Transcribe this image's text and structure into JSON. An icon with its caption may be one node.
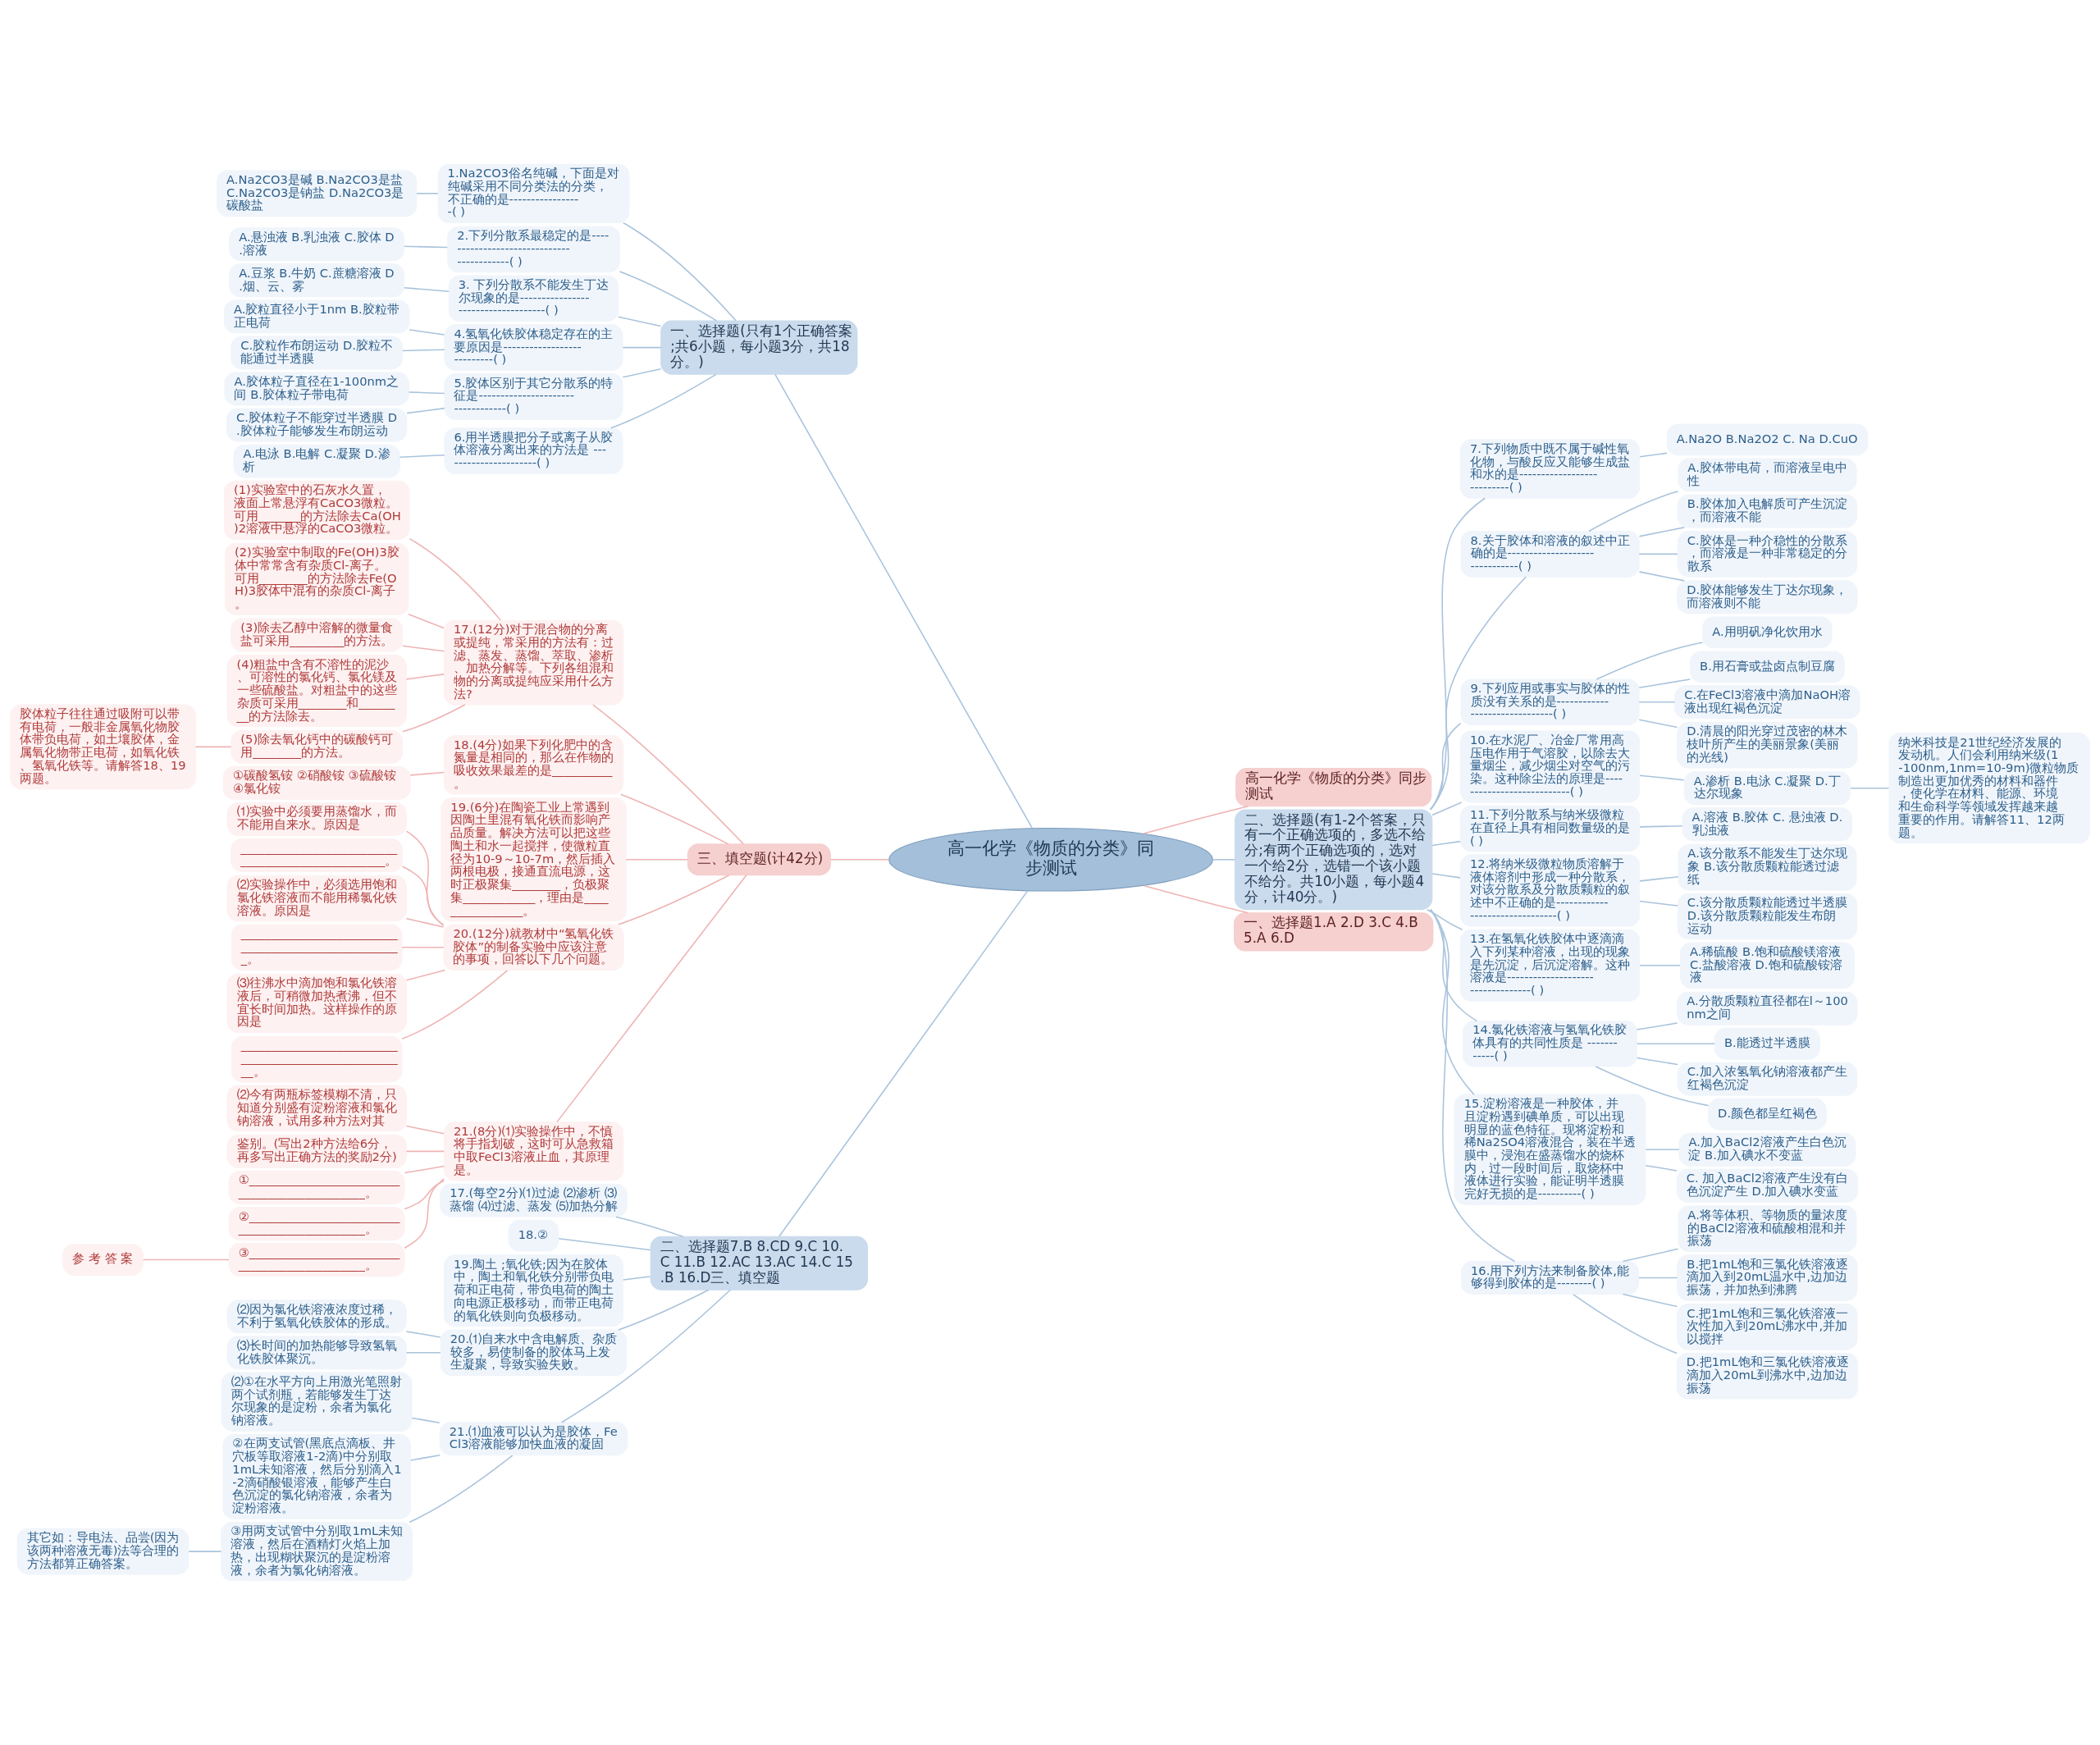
{
  "diagram": {
    "nodes": [
      {
        "text": [
          "高一化学《物质的分类》同步测试"
        ]
      },
      {
        "text": [
          "一、选择题(只有1个正确答案;共6小题，每小题3分，共18分。)"
        ]
      },
      {
        "text": [
          "1.Na2CO3俗名纯碱，下面是对纯碱采用不同分类法的分类，不正确的是-----------------( )"
        ]
      },
      {
        "text": [
          "A.Na2CO3是碱 B.Na2CO3是盐 C.Na2CO3是钠盐 D.Na2CO3是碳酸盐"
        ]
      },
      {
        "text": [
          "2.下列分散系最稳定的是------------------------------------------( )"
        ]
      },
      {
        "text": [
          "A.悬浊液 B.乳浊液 C.胶体 D.溶液"
        ]
      },
      {
        "text": [
          "3. 下列分散系不能发生丁达尔现象的是------------------------------------( )"
        ]
      },
      {
        "text": [
          "A.豆浆 B.牛奶 C.蔗糖溶液 D.烟、云、雾"
        ]
      },
      {
        "text": [
          "4.氢氧化铁胶体稳定存在的主要原因是---------------------------( )"
        ]
      },
      {
        "text": [
          "A.胶粒直径小于1nm B.胶粒带正电荷"
        ]
      },
      {
        "text": [
          "C.胶粒作布朗运动 D.胶粒不能通过半透膜"
        ]
      },
      {
        "text": [
          "5.胶体区别于其它分散系的特征是----------------------------------( )"
        ]
      },
      {
        "text": [
          "A.胶体粒子直径在1-100nm之间 B.胶体粒子带电荷"
        ]
      },
      {
        "text": [
          "C.胶体粒子不能穿过半透膜 D.胶体粒子能够发生布朗运动"
        ]
      },
      {
        "text": [
          "6.用半透膜把分子或离子从胶体溶液分离出来的方法是 ----------------------( )"
        ]
      },
      {
        "text": [
          "A.电泳 B.电解 C.凝聚 D.渗析"
        ]
      },
      {
        "text": [
          "三、填空题(计42分)"
        ]
      },
      {
        "text": [
          "17.(12分)对于混合物的分离或提纯，常采用的方法有：过滤、蒸发、蒸馏、萃取、渗析、加热分解等。下列各组混和物的分离或提纯应采用什么方法?"
        ]
      },
      {
        "text": [
          "(1)实验室中的石灰水久置，液面上常悬浮有CaCO3微粒。可用_______的方法除去Ca(OH)2溶液中悬浮的CaCO3微粒。"
        ]
      },
      {
        "text": [
          "(2)实验室中制取的Fe(OH)3胶体中常常含有杂质Cl-离子。可用________的方法除去Fe(OH)3胶体中混有的杂质Cl-离子。"
        ]
      },
      {
        "text": [
          "(3)除去乙醇中溶解的微量食盐可采用_________的方法。"
        ]
      },
      {
        "text": [
          "(4)粗盐中含有不溶性的泥沙、可溶性的氯化钙、氯化镁及一些硫酸盐。对粗盐中的这些杂质可采用________和________的方法除去。"
        ]
      },
      {
        "text": [
          "(5)除去氧化钙中的碳酸钙可用________的方法。"
        ]
      },
      {
        "text": [
          "胶体粒子往往通过吸附可以带有电荷，一般非金属氧化物胶体带负电荷，如土壤胶体，金属氧化物带正电荷，如氧化铁、氢氧化铁等。请解答18、19两题。"
        ]
      },
      {
        "text": [
          "18.(4分)如果下列化肥中的含氮量是相同的，那么在作物的吸收效果最差的是__________。"
        ]
      },
      {
        "text": [
          "①碳酸氢铵 ②硝酸铵 ③硫酸铵 ④氯化铵"
        ]
      },
      {
        "text": [
          "19.(6分)在陶瓷工业上常遇到因陶土里混有氧化铁而影响产品质量。解决方法可以把这些陶土和水一起搅拌，使微粒直径为10-9～10-7m，然后插入两根电极，接通直流电源，这时正极聚集________，负极聚集____________，理由是________________。"
        ]
      },
      {
        "text": [
          "20.(12分)就教材中“氢氧化铁胶体”的制备实验中应该注意的事项，回答以下几个问题。"
        ]
      },
      {
        "text": [
          "⑴实验中必须要用蒸馏水，而不能用自来水。原因是"
        ]
      },
      {
        "text": [
          "__________________________________________________。"
        ]
      },
      {
        "text": [
          "⑵实验操作中，必须选用饱和氯化铁溶液而不能用稀氯化铁溶液。原因是"
        ]
      },
      {
        "text": [
          "_____________________________________________________。"
        ]
      },
      {
        "text": [
          "⑶往沸水中滴加饱和氯化铁溶液后，可稍微加热煮沸，但不宜长时间加热。这样操作的原因是"
        ]
      },
      {
        "text": [
          "______________________________________________________。"
        ]
      },
      {
        "text": [
          "21.(8分)⑴实验操作中，不慎将手指划破，这时可从急救箱中取FeCl3溶液止血，其原理是。"
        ]
      },
      {
        "text": [
          "⑵今有两瓶标签模糊不清，只知道分别盛有淀粉溶液和氯化钠溶液，试用多种方法对其"
        ]
      },
      {
        "text": [
          "鉴别。(写出2种方法给6分，再多写出正确方法的奖励2分)"
        ]
      },
      {
        "text": [
          "①______________________________________________。"
        ]
      },
      {
        "text": [
          "②______________________________________________。"
        ]
      },
      {
        "text": [
          "③______________________________________________。"
        ]
      },
      {
        "text": [
          "参 考 答 案"
        ]
      },
      {
        "text": [
          "二、选择题7.B 8.CD 9.C 10.C 11.B 12.AC 13.AC 14.C 15.B 16.D三、填空题"
        ]
      },
      {
        "text": [
          "17.(每空2分)⑴过滤 ⑵渗析 ⑶蒸馏 ⑷过滤、蒸发 ⑸加热分解"
        ]
      },
      {
        "text": [
          "18.②"
        ]
      },
      {
        "text": [
          "19.陶土 ;氧化铁;因为在胶体中，陶土和氧化铁分别带负电荷和正电荷，带负电荷的陶土向电源正极移动，而带正电荷的氧化铁则向负极移动。"
        ]
      },
      {
        "text": [
          "20.⑴自来水中含电解质、杂质较多，易使制备的胶体马上发生凝聚，导致实验失败。"
        ]
      },
      {
        "text": [
          "⑵因为氯化铁溶液浓度过稀，不利于氢氧化铁胶体的形成。"
        ]
      },
      {
        "text": [
          "⑶长时间的加热能够导致氢氧化铁胶体聚沉。"
        ]
      },
      {
        "text": [
          "21.⑴血液可以认为是胶体，FeCl3溶液能够加快血液的凝固"
        ]
      },
      {
        "text": [
          "⑵①在水平方向上用激光笔照射两个试剂瓶，若能够发生丁达尔现象的是淀粉，余者为氯化钠溶液。"
        ]
      },
      {
        "text": [
          "②在两支试管(黑底点滴板、井穴板等取溶液1-2滴)中分别取1mL未知溶液，然后分别滴入1-2滴硝酸银溶液，能够产生白色沉淀的氯化钠溶液，余者为淀粉溶液。"
        ]
      },
      {
        "text": [
          "③用两支试管中分别取1mL未知溶液，然后在酒精灯火焰上加热，出现糊状聚沉的是淀粉溶液，余者为氯化钠溶液。"
        ]
      },
      {
        "text": [
          "其它如：导电法、品尝(因为该两种溶液无毒)法等合理的方法都算正确答案。"
        ]
      },
      {
        "text": [
          "高一化学《物质的分类》同步测试"
        ]
      },
      {
        "text": [
          "二、选择题(有1-2个答案，只有一个正确选项的，多选不给分;有两个正确选项的，选对一个给2分，选错一个该小题不给分。共10小题，每小题4分，计40分。)"
        ]
      },
      {
        "text": [
          "7.下列物质中既不属于碱性氧化物，与酸反应又能够生成盐和水的是---------------------------( )"
        ]
      },
      {
        "text": [
          "A.Na2O B.Na2O2 C. Na D.CuO"
        ]
      },
      {
        "text": [
          "8.关于胶体和溶液的叙述中正确的是-------------------------------( )"
        ]
      },
      {
        "text": [
          "A.胶体带电荷，而溶液呈电中性"
        ]
      },
      {
        "text": [
          "B.胶体加入电解质可产生沉淀，而溶液不能"
        ]
      },
      {
        "text": [
          "C.胶体是一种介稳性的分散系，而溶液是一种非常稳定的分散系"
        ]
      },
      {
        "text": [
          "D.胶体能够发生丁达尔现象，而溶液则不能"
        ]
      },
      {
        "text": [
          "9.下列应用或事实与胶体的性质没有关系的是-------------------------------( )"
        ]
      },
      {
        "text": [
          "A.用明矾净化饮用水"
        ]
      },
      {
        "text": [
          "B.用石膏或盐卤点制豆腐"
        ]
      },
      {
        "text": [
          "C.在FeCl3溶液中滴加NaOH溶液出现红褐色沉淀"
        ]
      },
      {
        "text": [
          "D.清晨的阳光穿过茂密的林木枝叶所产生的美丽景象(美丽的光线)"
        ]
      },
      {
        "text": [
          "10.在水泥厂、冶金厂常用高压电作用于气溶胶，以除去大量烟尘，减少烟尘对空气的污染。这种除尘法的原理是---------------------------( )"
        ]
      },
      {
        "text": [
          "A.渗析 B.电泳 C.凝聚 D.丁达尔现象"
        ]
      },
      {
        "text": [
          "纳米科技是21世纪经济发展的发动机。人们会利用纳米级(1-100nm,1nm=10-9m)微粒物质制造出更加优秀的材料和器件，使化学在材料、能源、环境和生命科学等领域发挥越来越重要的作用。请解答11、12两题。"
        ]
      },
      {
        "text": [
          "11.下列分散系与纳米级微粒在直径上具有相同数量级的是 ( )"
        ]
      },
      {
        "text": [
          "A.溶液 B.胶体 C. 悬浊液 D.乳浊液"
        ]
      },
      {
        "text": [
          "12.将纳米级微粒物质溶解于液体溶剂中形成一种分散系，对该分散系及分散质颗粒的叙述中不正确的是--------------------------------( )"
        ]
      },
      {
        "text": [
          "A.该分散系不能发生丁达尔现象 B.该分散质颗粒能透过滤纸"
        ]
      },
      {
        "text": [
          "C.该分散质颗粒能透过半透膜 D.该分散质颗粒能发生布朗运动"
        ]
      },
      {
        "text": [
          "13.在氢氧化铁胶体中逐滴滴入下列某种溶液，出现的现象是先沉淀，后沉淀溶解。这种溶液是----------------------------------( )"
        ]
      },
      {
        "text": [
          "A.稀硫酸 B.饱和硫酸镁溶液 C.盐酸溶液 D.饱和硫酸铵溶液"
        ]
      },
      {
        "text": [
          "14.氯化铁溶液与氢氧化铁胶体具有的共同性质是 ------------( )"
        ]
      },
      {
        "text": [
          "A.分散质颗粒直径都在l～100nm之间"
        ]
      },
      {
        "text": [
          "B.能透过半透膜"
        ]
      },
      {
        "text": [
          "C.加入浓氢氧化钠溶液都产生红褐色沉淀"
        ]
      },
      {
        "text": [
          "D.颜色都呈红褐色"
        ]
      },
      {
        "text": [
          "15.淀粉溶液是一种胶体，并且淀粉遇到碘单质，可以出现明显的蓝色特征。现将淀粉和稀Na2SO4溶液混合，装在半透膜中，浸泡在盛蒸馏水的烧杯内，过一段时间后，取烧杯中液体进行实验，能证明半透膜完好无损的是----------( )"
        ]
      },
      {
        "text": [
          "A.加入BaCl2溶液产生白色沉淀 B.加入碘水不变蓝"
        ]
      },
      {
        "text": [
          "C. 加入BaCl2溶液产生没有白色沉淀产生 D.加入碘水变蓝"
        ]
      },
      {
        "text": [
          "16.用下列方法来制备胶体,能够得到胶体的是--------( )"
        ]
      },
      {
        "text": [
          "A.将等体积、等物质的量浓度的BaCl2溶液和硫酸相混和并振荡"
        ]
      },
      {
        "text": [
          "B.把1mL饱和三氯化铁溶液逐滴加入到20mL温水中,边加边振荡，并加热到沸腾"
        ]
      },
      {
        "text": [
          "C.把1mL饱和三氯化铁溶液一次性加入到20mL沸水中,并加以搅拌"
        ]
      },
      {
        "text": [
          "D.把1mL饱和三氯化铁溶液逐滴加入20mL到沸水中,边加边振荡"
        ]
      },
      {
        "text": [
          "一、选择题1.A 2.D 3.C 4.B 5.A 6.D"
        ]
      }
    ],
    "edges": [
      {
        "from": 1,
        "to": 0,
        "arrow": "none"
      },
      {
        "from": 2,
        "to": 1,
        "arrow": "none"
      },
      {
        "from": 3,
        "to": 2,
        "arrow": "none"
      },
      {
        "from": 4,
        "to": 1,
        "arrow": "none"
      },
      {
        "from": 5,
        "to": 4,
        "arrow": "none"
      },
      {
        "from": 6,
        "to": 1,
        "arrow": "none"
      },
      {
        "from": 7,
        "to": 6,
        "arrow": "none"
      },
      {
        "from": 8,
        "to": 1,
        "arrow": "none"
      },
      {
        "from": 9,
        "to": 8,
        "arrow": "none"
      },
      {
        "from": 10,
        "to": 8,
        "arrow": "none"
      },
      {
        "from": 11,
        "to": 1,
        "arrow": "none"
      },
      {
        "from": 12,
        "to": 11,
        "arrow": "none"
      },
      {
        "from": 13,
        "to": 11,
        "arrow": "none"
      },
      {
        "from": 14,
        "to": 1,
        "arrow": "none"
      },
      {
        "from": 15,
        "to": 14,
        "arrow": "none"
      },
      {
        "from": 16,
        "to": 0,
        "arrow": "none",
        "color": "#efb3b3"
      },
      {
        "from": 17,
        "to": 16,
        "arrow": "none",
        "color": "#efb3b3"
      },
      {
        "from": 18,
        "to": 17,
        "arrow": "none",
        "color": "#efb3b3"
      },
      {
        "from": 19,
        "to": 17,
        "arrow": "none",
        "color": "#efb3b3"
      },
      {
        "from": 20,
        "to": 17,
        "arrow": "none",
        "color": "#efb3b3"
      },
      {
        "from": 21,
        "to": 17,
        "arrow": "none",
        "color": "#efb3b3"
      },
      {
        "from": 22,
        "to": 17,
        "arrow": "none",
        "color": "#efb3b3"
      },
      {
        "from": 23,
        "to": 22,
        "arrow": "none",
        "color": "#efb3b3"
      },
      {
        "from": 24,
        "to": 16,
        "arrow": "none",
        "color": "#efb3b3"
      },
      {
        "from": 25,
        "to": 24,
        "arrow": "none",
        "color": "#efb3b3"
      },
      {
        "from": 26,
        "to": 16,
        "arrow": "none",
        "color": "#efb3b3"
      },
      {
        "from": 27,
        "to": 16,
        "arrow": "none",
        "color": "#efb3b3"
      },
      {
        "from": 28,
        "to": 27,
        "arrow": "none",
        "color": "#efb3b3"
      },
      {
        "from": 29,
        "to": 27,
        "arrow": "none",
        "color": "#efb3b3"
      },
      {
        "from": 30,
        "to": 27,
        "arrow": "none",
        "color": "#efb3b3"
      },
      {
        "from": 31,
        "to": 27,
        "arrow": "none",
        "color": "#efb3b3"
      },
      {
        "from": 32,
        "to": 27,
        "arrow": "none",
        "color": "#efb3b3"
      },
      {
        "from": 33,
        "to": 27,
        "arrow": "none",
        "color": "#efb3b3"
      },
      {
        "from": 34,
        "to": 16,
        "arrow": "none",
        "color": "#efb3b3"
      },
      {
        "from": 35,
        "to": 34,
        "arrow": "none",
        "color": "#efb3b3"
      },
      {
        "from": 36,
        "to": 34,
        "arrow": "none",
        "color": "#efb3b3"
      },
      {
        "from": 37,
        "to": 34,
        "arrow": "none",
        "color": "#efb3b3"
      },
      {
        "from": 38,
        "to": 34,
        "arrow": "none",
        "color": "#efb3b3"
      },
      {
        "from": 39,
        "to": 34,
        "arrow": "none",
        "color": "#efb3b3"
      },
      {
        "from": 40,
        "to": 39,
        "arrow": "none",
        "color": "#efb3b3"
      },
      {
        "from": 41,
        "to": 0,
        "arrow": "none"
      },
      {
        "from": 42,
        "to": 41,
        "arrow": "none"
      },
      {
        "from": 43,
        "to": 41,
        "arrow": "none"
      },
      {
        "from": 44,
        "to": 41,
        "arrow": "none"
      },
      {
        "from": 45,
        "to": 41,
        "arrow": "none"
      },
      {
        "from": 46,
        "to": 45,
        "arrow": "none"
      },
      {
        "from": 47,
        "to": 45,
        "arrow": "none"
      },
      {
        "from": 48,
        "to": 41,
        "arrow": "none"
      },
      {
        "from": 49,
        "to": 48,
        "arrow": "none"
      },
      {
        "from": 50,
        "to": 48,
        "arrow": "none"
      },
      {
        "from": 51,
        "to": 48,
        "arrow": "none"
      },
      {
        "from": 52,
        "to": 51,
        "arrow": "none"
      },
      {
        "from": 0,
        "to": 53,
        "arrow": "none",
        "color": "#efb3b3"
      },
      {
        "from": 0,
        "to": 54,
        "arrow": "none"
      },
      {
        "from": 54,
        "to": 55,
        "arrow": "none"
      },
      {
        "from": 55,
        "to": 56,
        "arrow": "none"
      },
      {
        "from": 54,
        "to": 57,
        "arrow": "none"
      },
      {
        "from": 57,
        "to": 58,
        "arrow": "none"
      },
      {
        "from": 57,
        "to": 59,
        "arrow": "none"
      },
      {
        "from": 57,
        "to": 60,
        "arrow": "none"
      },
      {
        "from": 57,
        "to": 61,
        "arrow": "none"
      },
      {
        "from": 54,
        "to": 62,
        "arrow": "none"
      },
      {
        "from": 62,
        "to": 63,
        "arrow": "none"
      },
      {
        "from": 62,
        "to": 64,
        "arrow": "none"
      },
      {
        "from": 62,
        "to": 65,
        "arrow": "none"
      },
      {
        "from": 62,
        "to": 66,
        "arrow": "none"
      },
      {
        "from": 54,
        "to": 67,
        "arrow": "none"
      },
      {
        "from": 67,
        "to": 68,
        "arrow": "none"
      },
      {
        "from": 68,
        "to": 69,
        "arrow": "none"
      },
      {
        "from": 54,
        "to": 70,
        "arrow": "none"
      },
      {
        "from": 70,
        "to": 71,
        "arrow": "none"
      },
      {
        "from": 54,
        "to": 72,
        "arrow": "none"
      },
      {
        "from": 72,
        "to": 73,
        "arrow": "none"
      },
      {
        "from": 72,
        "to": 74,
        "arrow": "none"
      },
      {
        "from": 54,
        "to": 75,
        "arrow": "none"
      },
      {
        "from": 75,
        "to": 76,
        "arrow": "none"
      },
      {
        "from": 54,
        "to": 77,
        "arrow": "none"
      },
      {
        "from": 77,
        "to": 78,
        "arrow": "none"
      },
      {
        "from": 77,
        "to": 79,
        "arrow": "none"
      },
      {
        "from": 77,
        "to": 80,
        "arrow": "none"
      },
      {
        "from": 77,
        "to": 81,
        "arrow": "none"
      },
      {
        "from": 54,
        "to": 82,
        "arrow": "none"
      },
      {
        "from": 82,
        "to": 83,
        "arrow": "none"
      },
      {
        "from": 82,
        "to": 84,
        "arrow": "none"
      },
      {
        "from": 54,
        "to": 85,
        "arrow": "none"
      },
      {
        "from": 85,
        "to": 86,
        "arrow": "none"
      },
      {
        "from": 85,
        "to": 87,
        "arrow": "none"
      },
      {
        "from": 85,
        "to": 88,
        "arrow": "none"
      },
      {
        "from": 85,
        "to": 89,
        "arrow": "none"
      },
      {
        "from": 0,
        "to": 90,
        "arrow": "none",
        "color": "#efb3b3"
      }
    ]
  }
}
